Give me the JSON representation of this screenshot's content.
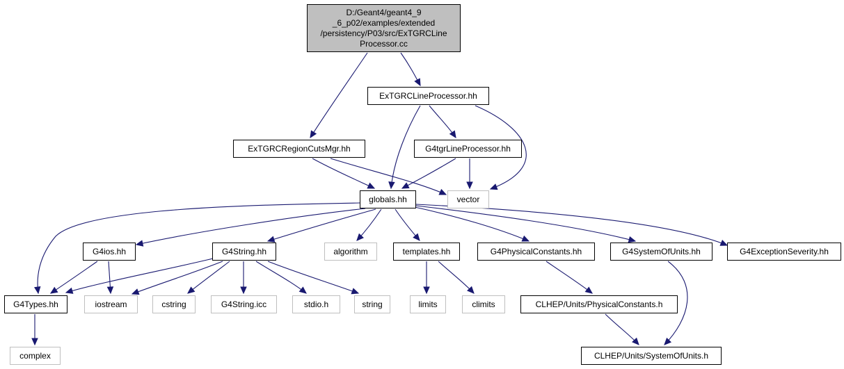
{
  "nodes": [
    {
      "id": "root",
      "label": "D:/Geant4/geant4_9\n_6_p02/examples/extended\n/persistency/P03/src/ExTGRCLine\nProcessor.cc",
      "kind": "root"
    },
    {
      "id": "lineproc_hh",
      "label": "ExTGRCLineProcessor.hh",
      "kind": "local"
    },
    {
      "id": "regioncuts_hh",
      "label": "ExTGRCRegionCutsMgr.hh",
      "kind": "local"
    },
    {
      "id": "g4tgr_hh",
      "label": "G4tgrLineProcessor.hh",
      "kind": "local"
    },
    {
      "id": "globals_hh",
      "label": "globals.hh",
      "kind": "local"
    },
    {
      "id": "vector",
      "label": "vector",
      "kind": "external"
    },
    {
      "id": "g4ios_hh",
      "label": "G4ios.hh",
      "kind": "local"
    },
    {
      "id": "g4string_hh",
      "label": "G4String.hh",
      "kind": "local"
    },
    {
      "id": "algorithm",
      "label": "algorithm",
      "kind": "external"
    },
    {
      "id": "templates_hh",
      "label": "templates.hh",
      "kind": "local"
    },
    {
      "id": "physconst_hh",
      "label": "G4PhysicalConstants.hh",
      "kind": "local"
    },
    {
      "id": "sysunits_hh",
      "label": "G4SystemOfUnits.hh",
      "kind": "local"
    },
    {
      "id": "excsev_hh",
      "label": "G4ExceptionSeverity.hh",
      "kind": "local"
    },
    {
      "id": "g4types_hh",
      "label": "G4Types.hh",
      "kind": "local"
    },
    {
      "id": "iostream",
      "label": "iostream",
      "kind": "external"
    },
    {
      "id": "cstring",
      "label": "cstring",
      "kind": "external"
    },
    {
      "id": "g4string_icc",
      "label": "G4String.icc",
      "kind": "external"
    },
    {
      "id": "stdio_h",
      "label": "stdio.h",
      "kind": "external"
    },
    {
      "id": "string",
      "label": "string",
      "kind": "external"
    },
    {
      "id": "limits",
      "label": "limits",
      "kind": "external"
    },
    {
      "id": "climits",
      "label": "climits",
      "kind": "external"
    },
    {
      "id": "clhep_physconst",
      "label": "CLHEP/Units/PhysicalConstants.h",
      "kind": "local"
    },
    {
      "id": "complex",
      "label": "complex",
      "kind": "external"
    },
    {
      "id": "clhep_sysunits",
      "label": "CLHEP/Units/SystemOfUnits.h",
      "kind": "local"
    }
  ],
  "edges": [
    {
      "from": "root",
      "to": "lineproc_hh"
    },
    {
      "from": "root",
      "to": "regioncuts_hh"
    },
    {
      "from": "lineproc_hh",
      "to": "g4tgr_hh"
    },
    {
      "from": "lineproc_hh",
      "to": "globals_hh"
    },
    {
      "from": "lineproc_hh",
      "to": "vector"
    },
    {
      "from": "regioncuts_hh",
      "to": "globals_hh"
    },
    {
      "from": "regioncuts_hh",
      "to": "vector"
    },
    {
      "from": "g4tgr_hh",
      "to": "globals_hh"
    },
    {
      "from": "g4tgr_hh",
      "to": "vector"
    },
    {
      "from": "globals_hh",
      "to": "g4ios_hh"
    },
    {
      "from": "globals_hh",
      "to": "g4string_hh"
    },
    {
      "from": "globals_hh",
      "to": "algorithm"
    },
    {
      "from": "globals_hh",
      "to": "templates_hh"
    },
    {
      "from": "globals_hh",
      "to": "physconst_hh"
    },
    {
      "from": "globals_hh",
      "to": "sysunits_hh"
    },
    {
      "from": "globals_hh",
      "to": "excsev_hh"
    },
    {
      "from": "globals_hh",
      "to": "g4types_hh"
    },
    {
      "from": "g4ios_hh",
      "to": "g4types_hh"
    },
    {
      "from": "g4ios_hh",
      "to": "iostream"
    },
    {
      "from": "g4string_hh",
      "to": "g4types_hh"
    },
    {
      "from": "g4string_hh",
      "to": "iostream"
    },
    {
      "from": "g4string_hh",
      "to": "cstring"
    },
    {
      "from": "g4string_hh",
      "to": "g4string_icc"
    },
    {
      "from": "g4string_hh",
      "to": "stdio_h"
    },
    {
      "from": "g4string_hh",
      "to": "string"
    },
    {
      "from": "templates_hh",
      "to": "limits"
    },
    {
      "from": "templates_hh",
      "to": "climits"
    },
    {
      "from": "physconst_hh",
      "to": "clhep_physconst"
    },
    {
      "from": "sysunits_hh",
      "to": "clhep_sysunits"
    },
    {
      "from": "clhep_physconst",
      "to": "clhep_sysunits"
    },
    {
      "from": "g4types_hh",
      "to": "complex"
    }
  ],
  "colors": {
    "edge": "#191970",
    "root_fill": "#bfbfbf",
    "external_border": "#bfbfbf",
    "local_border": "#000000"
  }
}
